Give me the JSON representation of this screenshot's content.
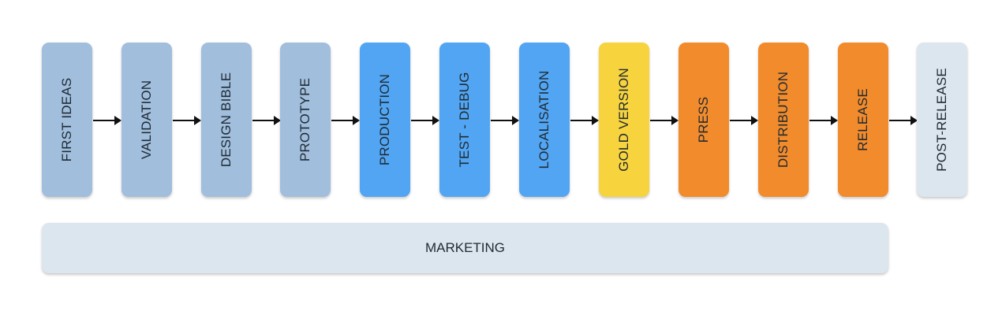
{
  "stages": [
    {
      "label": "FIRST IDEAS",
      "color": "#a1bedd"
    },
    {
      "label": "VALIDATION",
      "color": "#a1bedd"
    },
    {
      "label": "DESIGN BIBLE",
      "color": "#a1bedd"
    },
    {
      "label": "PROTOTYPE",
      "color": "#a1bedd"
    },
    {
      "label": "PRODUCTION",
      "color": "#52a5f2"
    },
    {
      "label": "TEST - DEBUG",
      "color": "#52a5f2"
    },
    {
      "label": "LOCALISATION",
      "color": "#52a5f2"
    },
    {
      "label": "GOLD VERSION",
      "color": "#f7d33d"
    },
    {
      "label": "PRESS",
      "color": "#f28b2b"
    },
    {
      "label": "DISTRIBUTION",
      "color": "#f28b2b"
    },
    {
      "label": "RELEASE",
      "color": "#f28b2b"
    },
    {
      "label": "POST-RELEASE",
      "color": "#dce6ef"
    }
  ],
  "marketing": {
    "label": "MARKETING",
    "color": "#dce6ef"
  },
  "arrow_color": "#111111"
}
